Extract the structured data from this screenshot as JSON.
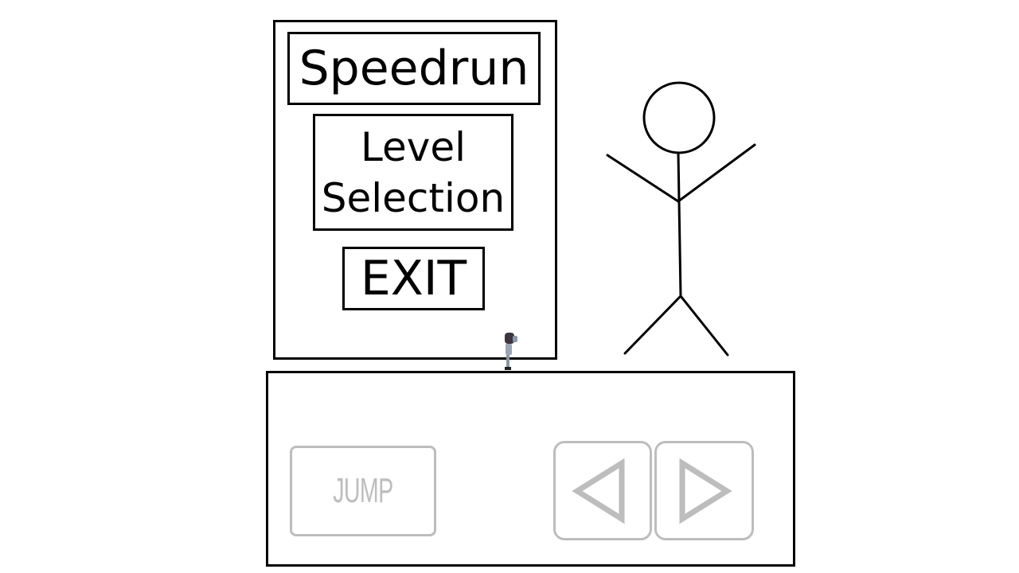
{
  "menu": {
    "speedrun_label": "Speedrun",
    "level_selection_line1": "Level",
    "level_selection_line2": "Selection",
    "exit_label": "EXIT"
  },
  "controls": {
    "jump_label": "JUMP",
    "left_icon": "left-triangle-arrow",
    "right_icon": "right-triangle-arrow",
    "control_color": "#bdbdbd"
  }
}
